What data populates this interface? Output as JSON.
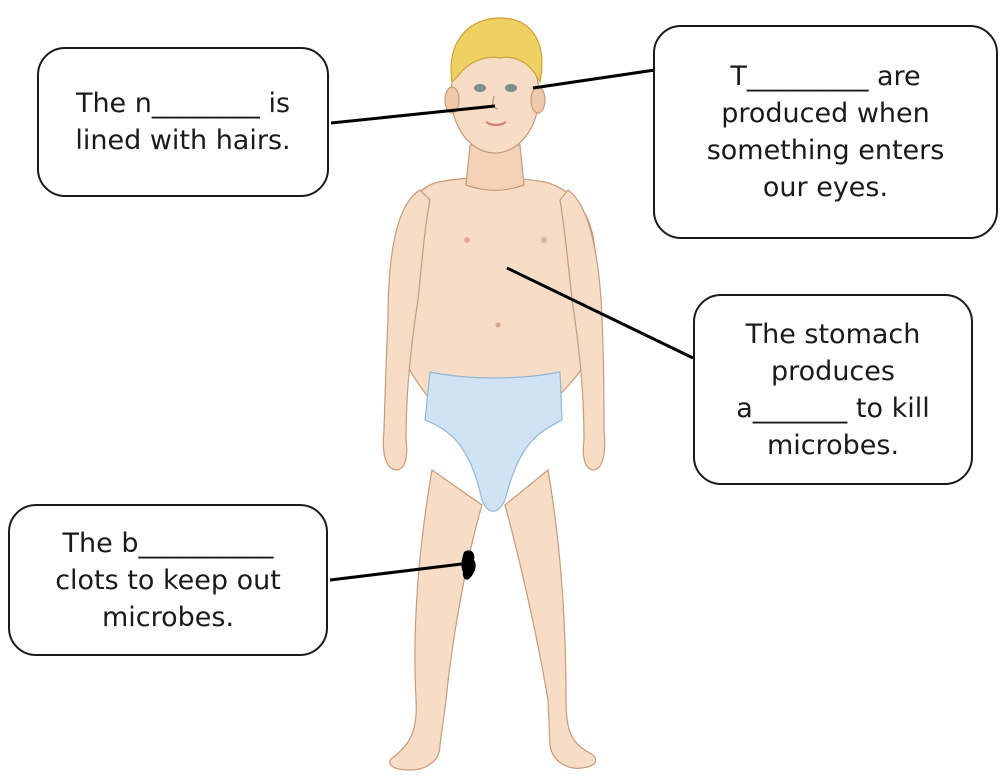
{
  "colors": {
    "skin": "#f7ddc6",
    "skin_shade": "#e9bf9f",
    "hair": "#f0cf63",
    "underwear": "#cfe3f4",
    "ink": "#1a1a1a",
    "background": "#ffffff"
  },
  "callouts": {
    "nose": "The n________ is\nlined with hairs.",
    "tears": "T_________ are\nproduced when\nsomething enters\nour eyes.",
    "stomach": "The stomach\nproduces\na_______ to kill\nmicrobes.",
    "blood": "The b__________\nclots to keep out\nmicrobes."
  }
}
